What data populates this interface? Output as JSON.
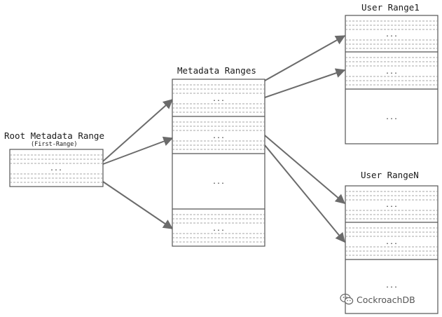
{
  "labels": {
    "root": "Root Metadata Range",
    "root_sub": "(First-Range)",
    "meta": "Metadata Ranges",
    "user1": "User Range1",
    "userN": "User RangeN"
  },
  "ellipsis": "...",
  "watermark": {
    "text": "CockroachDB",
    "icon": "wechat-icon"
  },
  "colors": {
    "border": "#555555",
    "dashed": "#8a8a8a",
    "arrow": "#6b6b6b"
  }
}
